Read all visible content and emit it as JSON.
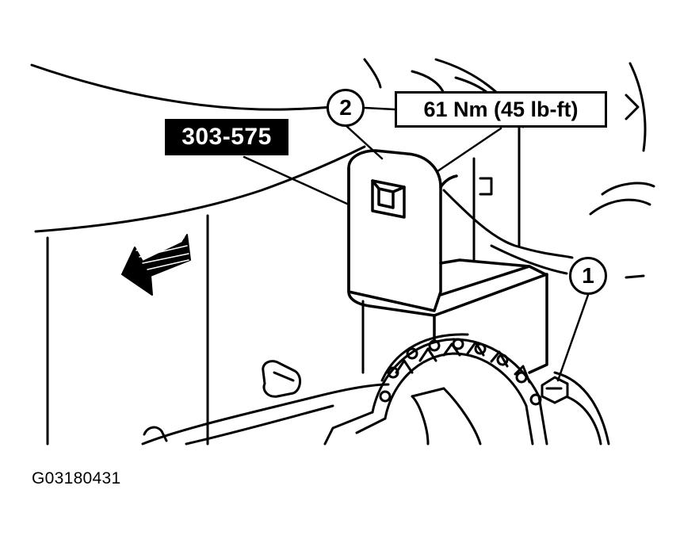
{
  "tool_number": "303-575",
  "callouts": [
    {
      "number": "1"
    },
    {
      "number": "2",
      "specification": "61 Nm (45 lb-ft)"
    }
  ],
  "figure_id": "G03180431",
  "colors": {
    "ink": "#000000",
    "paper": "#ffffff"
  }
}
